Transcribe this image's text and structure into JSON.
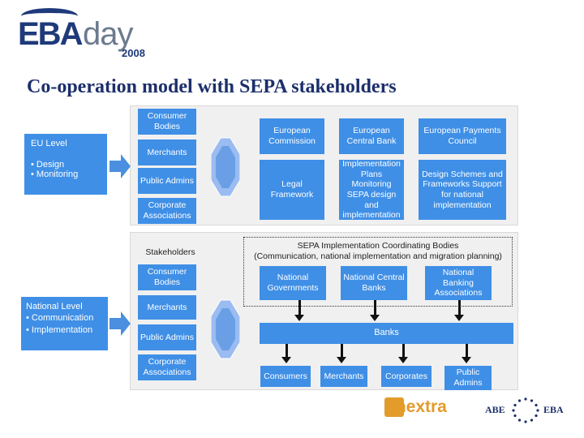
{
  "logo": {
    "brand": "EBA",
    "day": "day",
    "year": "2008"
  },
  "title": "Co-operation model with SEPA stakeholders",
  "eu": {
    "level_title": "EU Level",
    "level_items": "• Design\n• Monitoring",
    "stakeholders": [
      "Consumer Bodies",
      "Merchants",
      "Public Admins",
      "Corporate Associations"
    ],
    "institutions": [
      {
        "top": "European Commission",
        "bottom": "Legal Framework"
      },
      {
        "top": "European Central Bank",
        "bottom": "Implementation Plans Monitoring SEPA design and implementation"
      },
      {
        "top": "European Payments Council",
        "bottom": "Design Schemes and Frameworks Support for national implementation"
      }
    ]
  },
  "national": {
    "stakeholders_label": "Stakeholders",
    "level_text": "National Level\n• Communication\n• Implementation",
    "stakeholders": [
      "Consumer Bodies",
      "Merchants",
      "Public Admins",
      "Corporate Associations"
    ],
    "coordinating_title": "SEPA Implementation Coordinating Bodies\n(Communication, national implementation and migration planning)",
    "bodies": [
      "National Governments",
      "National Central Banks",
      "National Banking Associations"
    ],
    "banks": "Banks",
    "endpoints": [
      "Consumers",
      "Merchants",
      "Corporates",
      "Public Admins"
    ]
  },
  "footer": {
    "inextra": "inextra",
    "abe": "ABE",
    "eba": "EBA"
  },
  "colors": {
    "box_blue": "#3f8fe6",
    "title_navy": "#1c2f6b",
    "panel_gray": "#f0f0f0",
    "arrow_blue": "#4a8fe0"
  }
}
